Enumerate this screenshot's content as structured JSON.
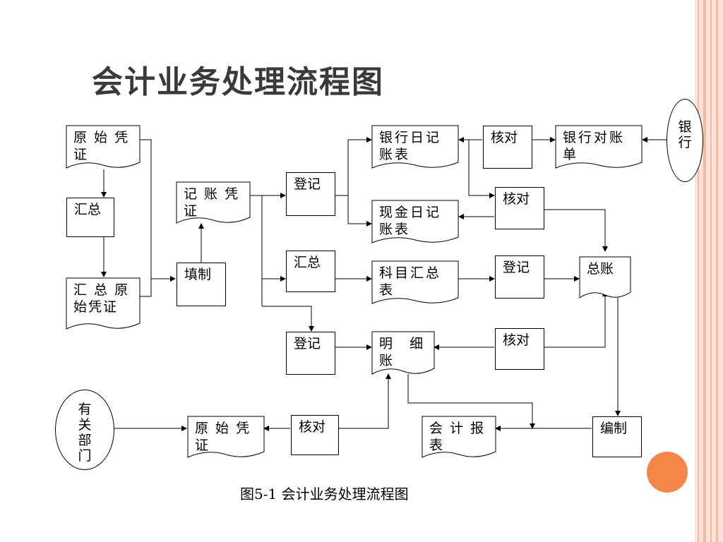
{
  "slide": {
    "title": "会计业务处理流程图",
    "caption": "图5-1 会计业务处理流程图"
  },
  "colors": {
    "frame_light": "#fbe3da",
    "frame_mid": "#f4b9a4",
    "accent_dot": "#f5864a",
    "title": "#3a3a3a"
  },
  "nodes": {
    "yuanshi_pingzheng_top": "原 始 凭\n证",
    "huizong_left": "汇总",
    "huizong_yuanshi": "汇 总 原\n始凭证",
    "jizhang_pingzheng": "记 账 凭\n证",
    "tianzhi": "填制",
    "dengji_1": "登记",
    "huizong_mid": "汇总",
    "dengji_3": "登记",
    "yinhang_rijizhang": "银行日记\n账表",
    "xianjin_rijizhang": "现金日记\n账表",
    "kemu_huizongbiao": "科目汇总\n表",
    "mingxizhang": "明    细\n账",
    "hedui_1": "核对",
    "hedui_2": "核对",
    "hedui_3": "核对",
    "hedui_bottom": "核对",
    "dengji_2": "登记",
    "yinhang_duizhangdan": "银行对账\n单",
    "zongzhang": "总账",
    "bianzhi": "编制",
    "kuaiji_baobiao": "会 计 报\n表",
    "yuanshi_pingzheng_bottom": "原 始 凭\n证",
    "yinhang_oval": "银\n行",
    "youguan_bumen_oval": "有\n关\n部\n门"
  }
}
